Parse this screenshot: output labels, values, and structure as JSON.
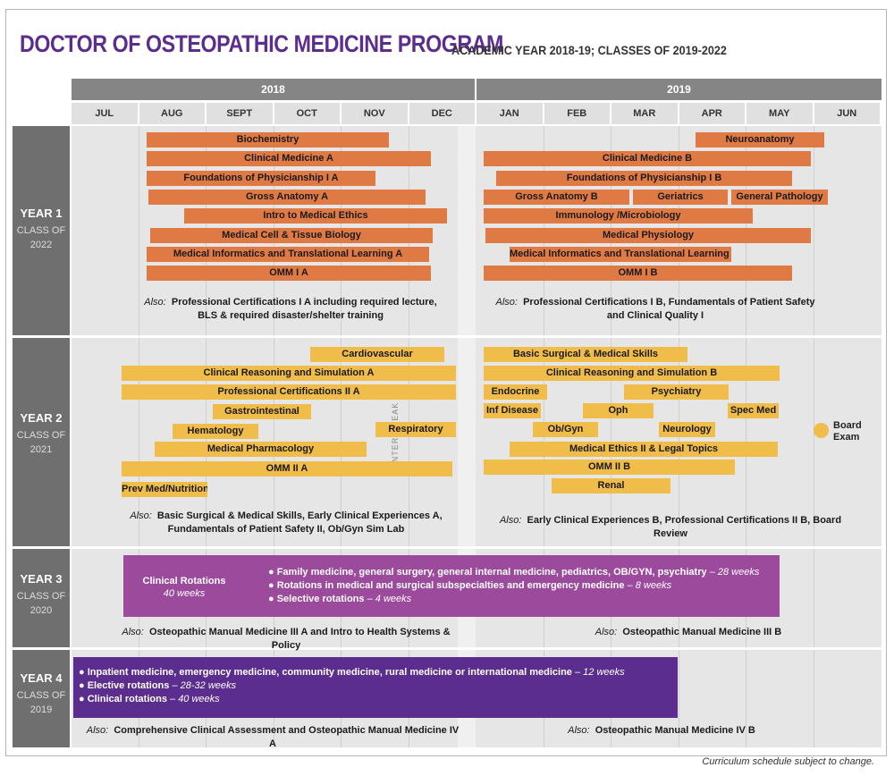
{
  "header": {
    "title": "DOCTOR OF OSTEOPATHIC MEDICINE PROGRAM",
    "subtitle": "ACADEMIC YEAR 2018-19; CLASSES OF 2019-2022"
  },
  "calendar": {
    "years": [
      "2018",
      "2019"
    ],
    "months": [
      "JUL",
      "AUG",
      "SEPT",
      "OCT",
      "NOV",
      "DEC",
      "JAN",
      "FEB",
      "MAR",
      "APR",
      "MAY",
      "JUN"
    ],
    "winter_break": "WINTER BREAK"
  },
  "colors": {
    "course_y1": "#e07a45",
    "course_y2": "#f0bc4a",
    "year3": "#9c4a9c",
    "year4": "#5b2d8e",
    "title": "#5b2d8e"
  },
  "year1": {
    "label": "YEAR 1",
    "class_line1": "CLASS OF",
    "class_line2": "2022",
    "courses": [
      "Biochemistry",
      "Clinical Medicine A",
      "Foundations of Physicianship I A",
      "Gross Anatomy A",
      "Intro to Medical Ethics",
      "Medical Cell & Tissue Biology",
      "Medical Informatics and Translational Learning A",
      "OMM I A",
      "Neuroanatomy",
      "Clinical Medicine B",
      "Foundations of Physicianship I B",
      "Gross Anatomy B",
      "Geriatrics",
      "General Pathology",
      "Immunology /Microbiology",
      "Medical Physiology",
      "Medical Informatics and Translational Learning B",
      "OMM I B"
    ],
    "also_label": "Also:",
    "also_fall_1": "Professional Certifications I A including required lecture,",
    "also_fall_2": "BLS & required disaster/shelter training",
    "also_spring_1": "Professional Certifications I B, Fundamentals of Patient Safety",
    "also_spring_2": "and Clinical Quality I"
  },
  "year2": {
    "label": "YEAR 2",
    "class_line1": "CLASS OF",
    "class_line2": "2021",
    "courses": [
      "Cardiovascular",
      "Clinical Reasoning and Simulation A",
      "Professional Certifications II A",
      "Gastrointestinal",
      "Hematology",
      "Respiratory",
      "Medical Pharmacology",
      "OMM II A",
      "Prev Med/Nutrition",
      "Basic Surgical & Medical Skills",
      "Clinical Reasoning and Simulation B",
      "Endocrine",
      "Psychiatry",
      "Inf Disease",
      "Oph",
      "Spec Med",
      "Ob/Gyn",
      "Neurology",
      "Medical Ethics II & Legal Topics",
      "OMM II B",
      "Renal"
    ],
    "board_exam_1": "Board",
    "board_exam_2": "Exam",
    "also_label": "Also:",
    "also_fall_1": "Basic Surgical & Medical Skills, Early Clinical Experiences A,",
    "also_fall_2": "Fundamentals of Patient Safety II, Ob/Gyn Sim Lab",
    "also_spring": "Early Clinical Experiences B, Professional Certifications II B, Board Review"
  },
  "year3": {
    "label": "YEAR 3",
    "class_line1": "CLASS OF",
    "class_line2": "2020",
    "box_title": "Clinical Rotations",
    "box_weeks": "40 weeks",
    "bullets": [
      {
        "text": "Family medicine, general surgery, general internal medicine, pediatrics, OB/GYN, psychiatry",
        "weeks": "– 28 weeks"
      },
      {
        "text": "Rotations in medical and surgical subspecialties and emergency medicine",
        "weeks": "– 8 weeks"
      },
      {
        "text": "Selective rotations",
        "weeks": "– 4 weeks"
      }
    ],
    "also_label": "Also:",
    "also_fall": "Osteopathic Manual Medicine III A and Intro to Health Systems & Policy",
    "also_spring": "Osteopathic Manual Medicine III B"
  },
  "year4": {
    "label": "YEAR 4",
    "class_line1": "CLASS OF",
    "class_line2": "2019",
    "bullets": [
      {
        "text": "Inpatient medicine, emergency medicine, community medicine, rural medicine or international medicine",
        "weeks": "– 12 weeks"
      },
      {
        "text": "Elective rotations",
        "weeks": "– 28-32 weeks"
      },
      {
        "text": "Clinical rotations",
        "weeks": "– 40 weeks"
      }
    ],
    "also_label": "Also:",
    "also_fall": "Comprehensive Clinical Assessment and Osteopathic Manual Medicine IV A",
    "also_spring": "Osteopathic Manual Medicine IV B"
  },
  "footer": {
    "note": "Curriculum schedule subject to change."
  }
}
